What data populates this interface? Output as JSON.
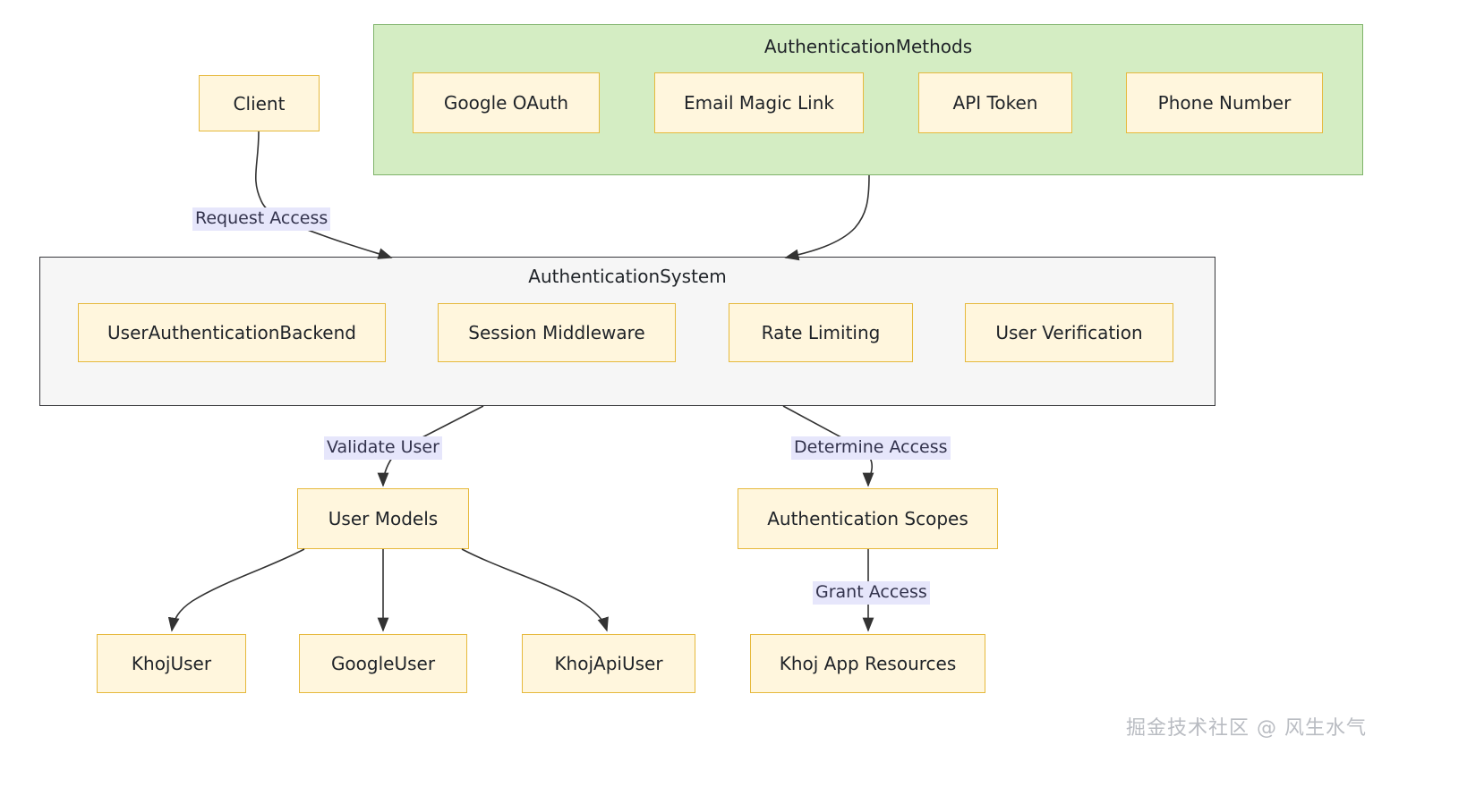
{
  "diagram": {
    "type": "flowchart",
    "clusters": [
      {
        "id": "authentication-methods",
        "title": "AuthenticationMethods",
        "fill": "#d4edc3",
        "stroke": "#7fb36a",
        "nodes": [
          {
            "id": "google-oauth",
            "label": "Google OAuth"
          },
          {
            "id": "email-magic-link",
            "label": "Email Magic Link"
          },
          {
            "id": "api-token",
            "label": "API Token"
          },
          {
            "id": "phone-number",
            "label": "Phone Number"
          }
        ]
      },
      {
        "id": "authentication-system",
        "title": "AuthenticationSystem",
        "fill": "#f6f6f6",
        "stroke": "#37383c",
        "nodes": [
          {
            "id": "user-authentication-backend",
            "label": "UserAuthenticationBackend"
          },
          {
            "id": "session-middleware",
            "label": "Session Middleware"
          },
          {
            "id": "rate-limiting",
            "label": "Rate Limiting"
          },
          {
            "id": "user-verification",
            "label": "User Verification"
          }
        ]
      }
    ],
    "nodes": [
      {
        "id": "client",
        "label": "Client"
      },
      {
        "id": "user-models",
        "label": "User Models"
      },
      {
        "id": "authentication-scopes",
        "label": "Authentication Scopes"
      },
      {
        "id": "khoj-user",
        "label": "KhojUser"
      },
      {
        "id": "google-user",
        "label": "GoogleUser"
      },
      {
        "id": "khoj-api-user",
        "label": "KhojApiUser"
      },
      {
        "id": "khoj-app-resources",
        "label": "Khoj App Resources"
      }
    ],
    "edges": [
      {
        "id": "client-to-system",
        "from": "client",
        "to": "authentication-system",
        "label": "Request Access"
      },
      {
        "id": "methods-to-system",
        "from": "authentication-methods",
        "to": "authentication-system",
        "label": ""
      },
      {
        "id": "system-to-user-models",
        "from": "authentication-system",
        "to": "user-models",
        "label": "Validate User"
      },
      {
        "id": "system-to-scopes",
        "from": "authentication-system",
        "to": "authentication-scopes",
        "label": "Determine Access"
      },
      {
        "id": "user-models-to-khoj-user",
        "from": "user-models",
        "to": "khoj-user",
        "label": ""
      },
      {
        "id": "user-models-to-google-user",
        "from": "user-models",
        "to": "google-user",
        "label": ""
      },
      {
        "id": "user-models-to-khoj-api-user",
        "from": "user-models",
        "to": "khoj-api-user",
        "label": ""
      },
      {
        "id": "scopes-to-resources",
        "from": "authentication-scopes",
        "to": "khoj-app-resources",
        "label": "Grant Access"
      }
    ],
    "node_style": {
      "fill": "#fff6dd",
      "stroke": "#e6b93c",
      "text": "#1f2328"
    },
    "edge_label_style": {
      "fill": "#e6e6fb",
      "text": "#33334d"
    },
    "edge_stroke": "#333333"
  },
  "watermark": {
    "text": "掘金技术社区 @ 风生水气",
    "color": "#b9bcc2"
  }
}
